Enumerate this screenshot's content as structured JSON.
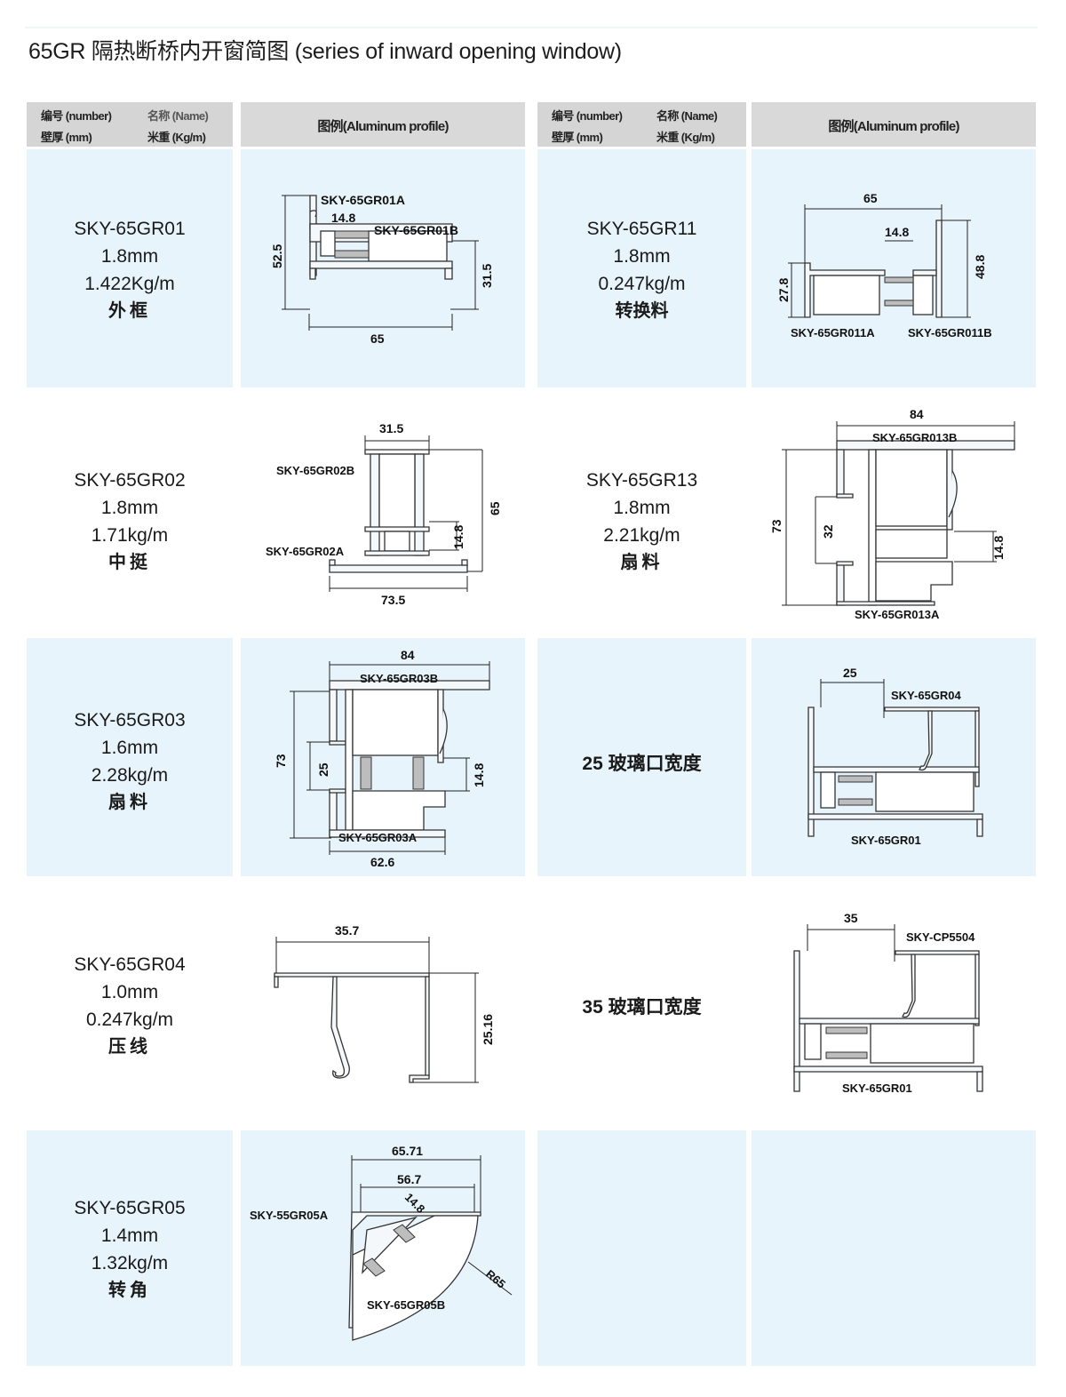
{
  "title": "65GR 隔热断桥内开窗简图 (series of inward opening window)",
  "header": {
    "number_label": "编号 (number)",
    "name_label": "名称 (Name)",
    "thickness_label": "壁厚 (mm)",
    "weight_label": "米重 (Kg/m)",
    "profile_label": "图例(Aluminum profile)"
  },
  "colors": {
    "row_blue": "#e8f4fb",
    "header_gray": "#d9d9d9"
  },
  "left_column": [
    {
      "code": "SKY-65GR01",
      "thickness": "1.8mm",
      "weight": "1.422Kg/m",
      "name": "外框",
      "drawing": {
        "labels": [
          "SKY-65GR01A",
          "SKY-65GR01B"
        ],
        "dims": [
          "52.5",
          "14.8",
          "31.5",
          "65"
        ]
      }
    },
    {
      "code": "SKY-65GR02",
      "thickness": "1.8mm",
      "weight": "1.71kg/m",
      "name": "中挺",
      "drawing": {
        "labels": [
          "SKY-65GR02B",
          "SKY-65GR02A"
        ],
        "dims": [
          "31.5",
          "65",
          "14.8",
          "73.5"
        ]
      }
    },
    {
      "code": "SKY-65GR03",
      "thickness": "1.6mm",
      "weight": "2.28kg/m",
      "name": "扇料",
      "drawing": {
        "labels": [
          "SKY-65GR03B",
          "SKY-65GR03A"
        ],
        "dims": [
          "84",
          "73",
          "25",
          "14.8",
          "62.6"
        ]
      }
    },
    {
      "code": "SKY-65GR04",
      "thickness": "1.0mm",
      "weight": "0.247kg/m",
      "name": "压线",
      "drawing": {
        "labels": [],
        "dims": [
          "35.7",
          "25.16"
        ]
      }
    },
    {
      "code": "SKY-65GR05",
      "thickness": "1.4mm",
      "weight": "1.32kg/m",
      "name": "转角",
      "drawing": {
        "labels": [
          "SKY-55GR05A",
          "SKY-65GR05B"
        ],
        "dims": [
          "65.71",
          "56.7",
          "14.8",
          "R65"
        ]
      }
    }
  ],
  "right_column": [
    {
      "code": "SKY-65GR11",
      "thickness": "1.8mm",
      "weight": "0.247kg/m",
      "name": "转换料",
      "drawing": {
        "labels": [
          "SKY-65GR011A",
          "SKY-65GR011B"
        ],
        "dims": [
          "65",
          "14.8",
          "27.8",
          "48.8"
        ]
      }
    },
    {
      "code": "SKY-65GR13",
      "thickness": "1.8mm",
      "weight": "2.21kg/m",
      "name": "扇料",
      "drawing": {
        "labels": [
          "SKY-65GR013B",
          "SKY-65GR013A"
        ],
        "dims": [
          "84",
          "73",
          "32",
          "14.8"
        ]
      }
    },
    {
      "glass_width": "25 玻璃口宽度",
      "drawing": {
        "labels": [
          "SKY-65GR04",
          "SKY-65GR01"
        ],
        "dims": [
          "25"
        ]
      }
    },
    {
      "glass_width": "35 玻璃口宽度",
      "drawing": {
        "labels": [
          "SKY-CP5504",
          "SKY-65GR01"
        ],
        "dims": [
          "35"
        ]
      }
    }
  ]
}
